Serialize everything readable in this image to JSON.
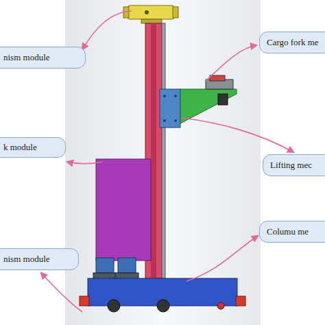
{
  "diagram": {
    "nodes": [
      {
        "text": [
          "nism module"
        ]
      },
      {
        "text": [
          "Cargo fork me"
        ]
      },
      {
        "text": [
          "k module"
        ]
      },
      {
        "text": [
          "Lifting mec"
        ]
      },
      {
        "text": [
          "Columu me"
        ]
      },
      {
        "text": [
          "nism module"
        ]
      }
    ]
  }
}
